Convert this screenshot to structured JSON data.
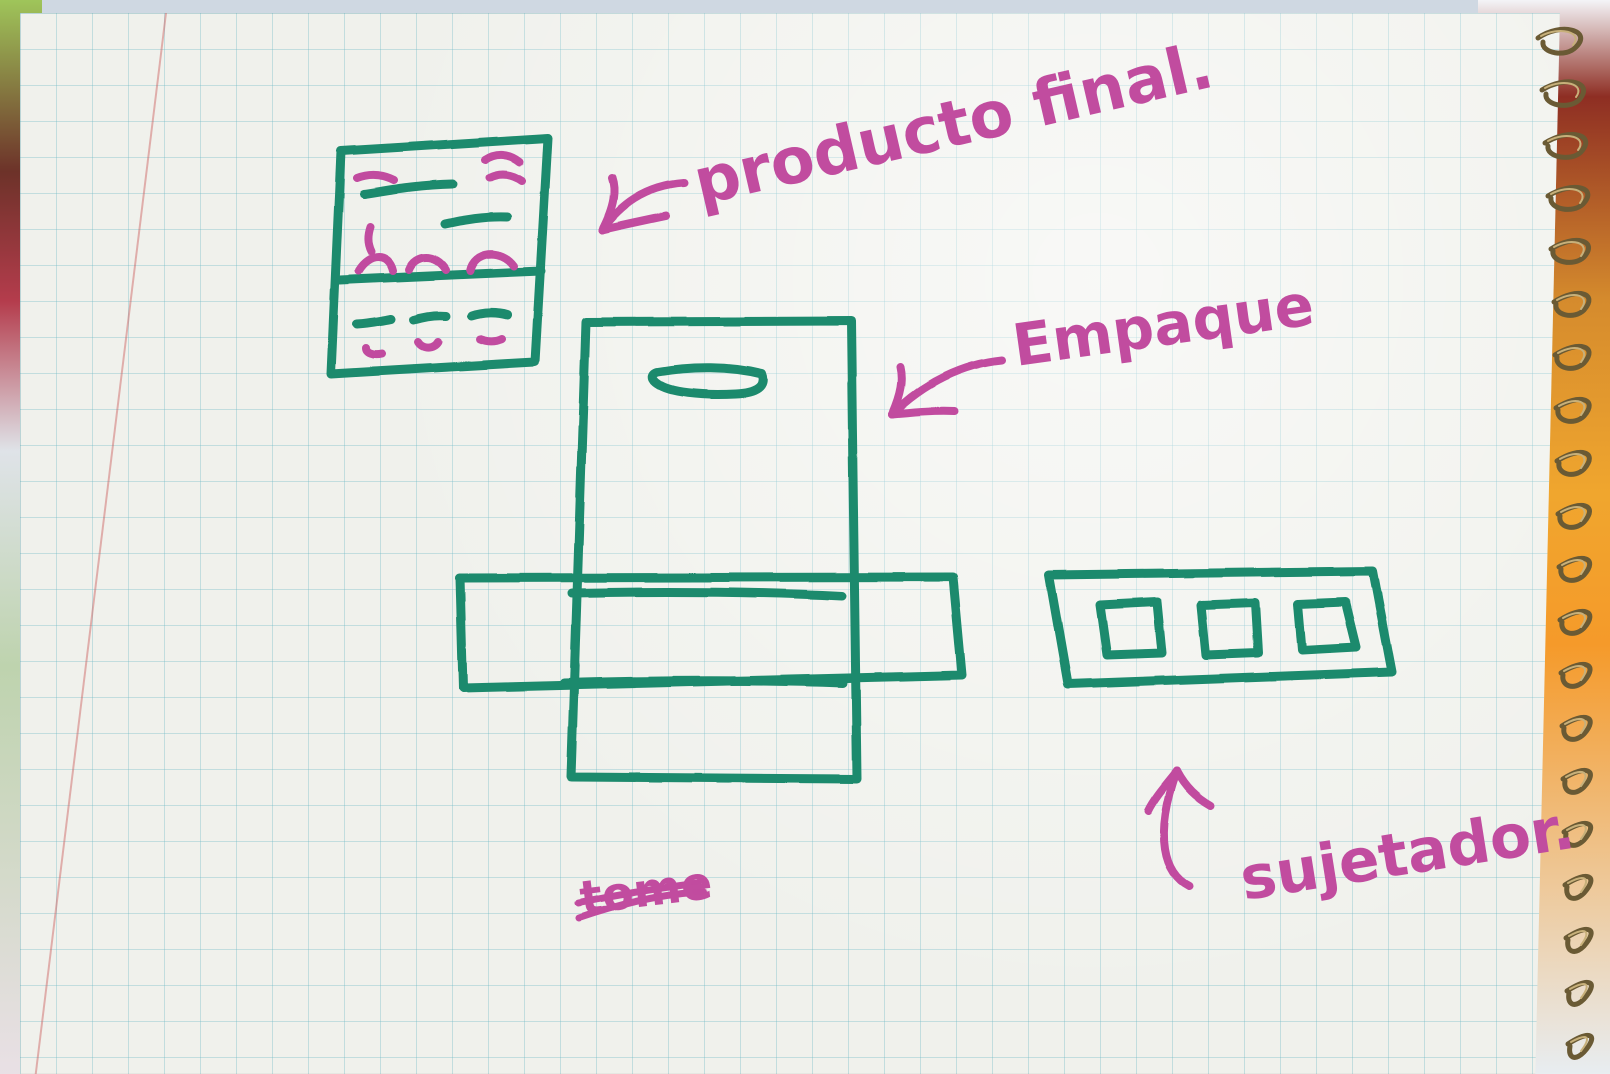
{
  "labels": {
    "producto_final": "producto final.",
    "empaque": "Empaque",
    "sujetador": "sujetador.",
    "crossed_word": "tome"
  },
  "colors": {
    "ink_green": "#1f8a6d",
    "ink_pink": "#c14c9f",
    "paper": "#f0f1ec",
    "grid": "#6cb8c4"
  }
}
